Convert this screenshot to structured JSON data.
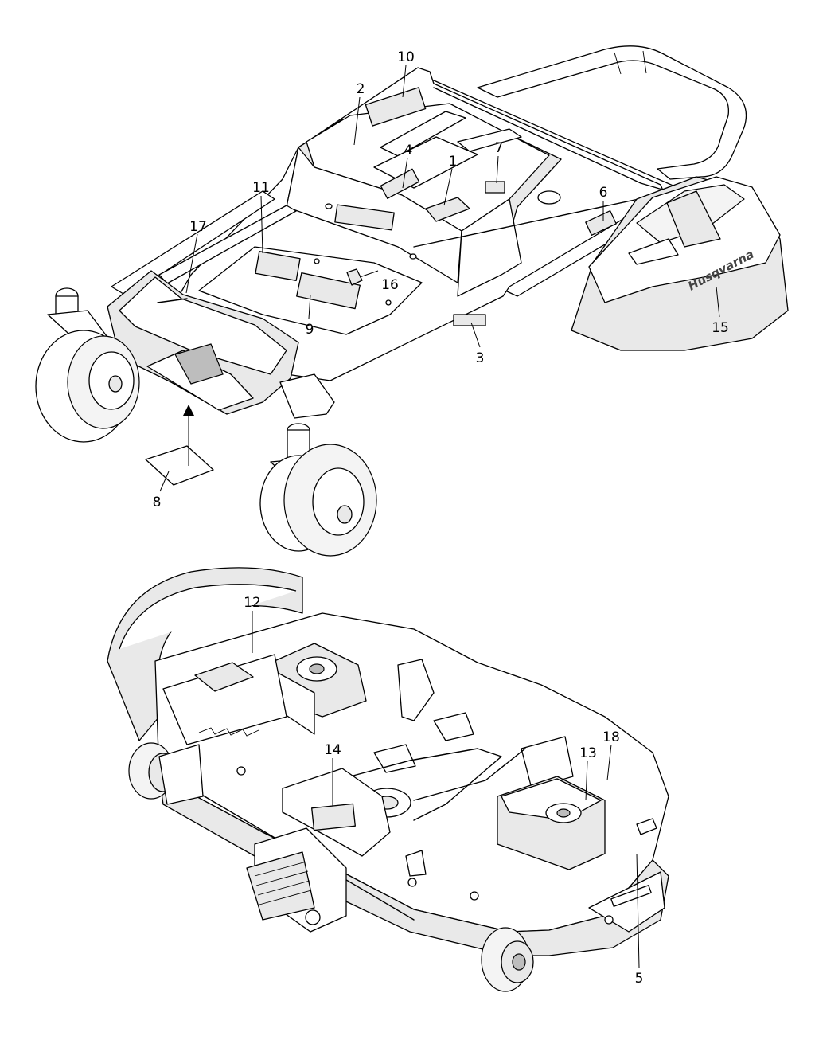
{
  "brand_text": "Husqvarna",
  "callouts": [
    {
      "id": "1",
      "label": "1"
    },
    {
      "id": "2",
      "label": "2"
    },
    {
      "id": "3",
      "label": "3"
    },
    {
      "id": "4",
      "label": "4"
    },
    {
      "id": "5",
      "label": "5"
    },
    {
      "id": "6",
      "label": "6"
    },
    {
      "id": "7",
      "label": "7"
    },
    {
      "id": "8",
      "label": "8"
    },
    {
      "id": "9",
      "label": "9"
    },
    {
      "id": "10",
      "label": "10"
    },
    {
      "id": "11",
      "label": "11"
    },
    {
      "id": "12",
      "label": "12"
    },
    {
      "id": "13",
      "label": "13"
    },
    {
      "id": "14",
      "label": "14"
    },
    {
      "id": "15",
      "label": "15"
    },
    {
      "id": "16",
      "label": "16"
    },
    {
      "id": "17",
      "label": "17"
    },
    {
      "id": "18",
      "label": "18"
    }
  ]
}
